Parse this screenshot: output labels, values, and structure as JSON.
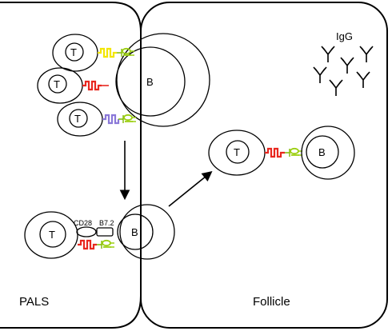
{
  "labels": {
    "t_cell": "T",
    "b_cell": "B",
    "igg": "IgG",
    "cd28": "CD28",
    "b72": "B7.2",
    "pals": "PALS",
    "follicle": "Follicle"
  },
  "colors": {
    "tcr_yellow": "#f2e600",
    "tcr_red": "#e8271f",
    "tcr_purple": "#8a78d8",
    "mhc_green": "#a8dd1e",
    "outline": "#000000"
  }
}
